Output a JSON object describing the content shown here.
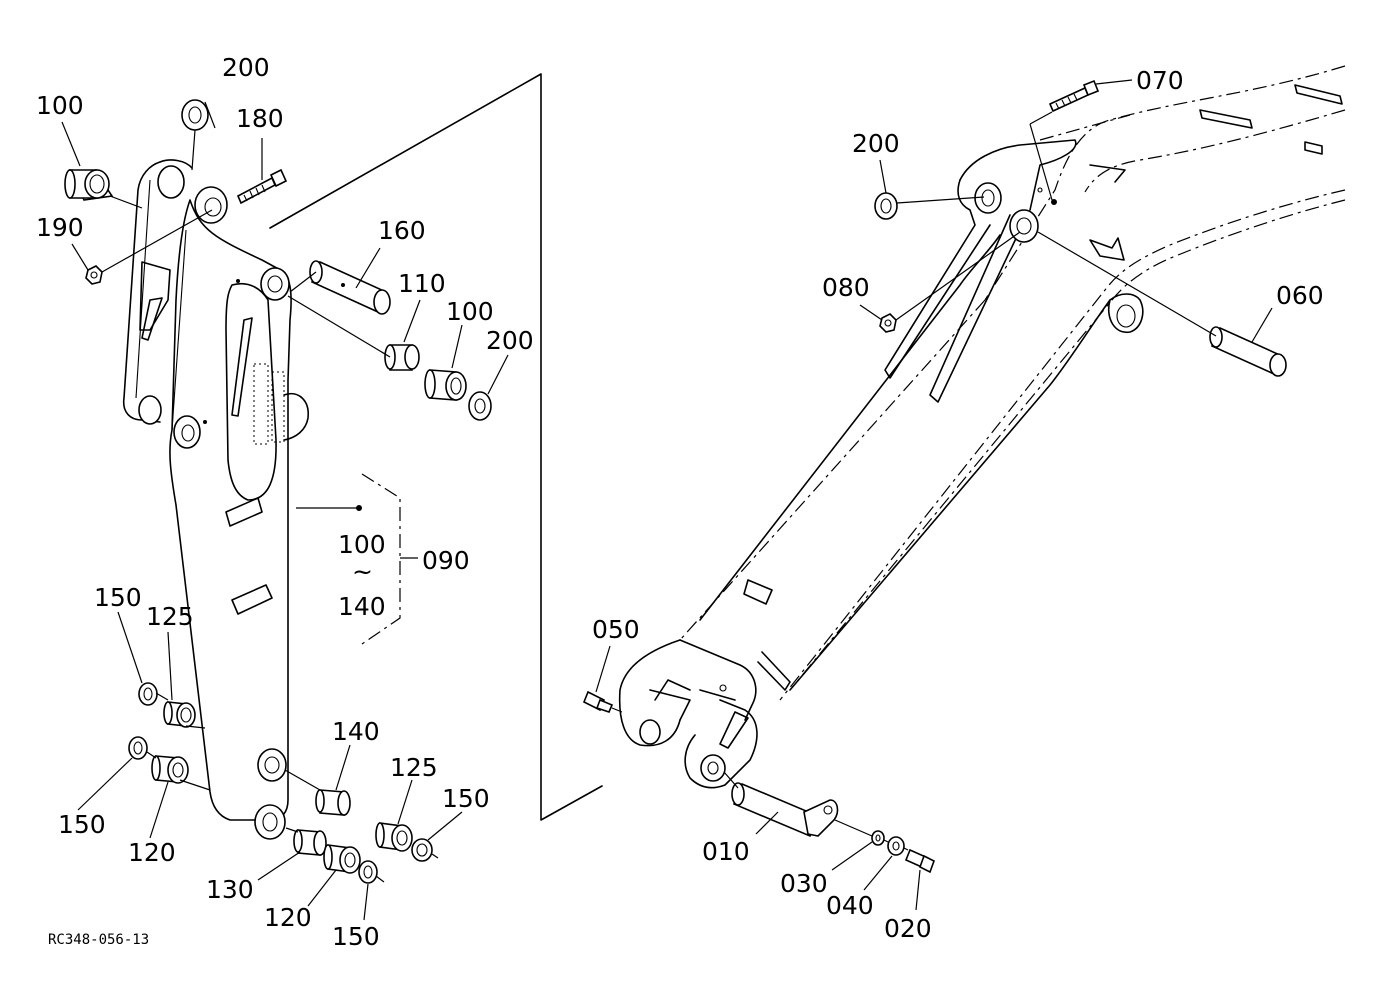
{
  "document_id": "RC348-056-13",
  "callouts": {
    "c200_top": "200",
    "c100_top": "100",
    "c180": "180",
    "c190": "190",
    "c160": "160",
    "c110": "110",
    "c100_mid": "100",
    "c200_mid": "200",
    "c090_from": "100",
    "c090_tilde": "~",
    "c090_to": "140",
    "c090": "090",
    "c150_a": "150",
    "c125_a": "125",
    "c150_b": "150",
    "c120_a": "120",
    "c140": "140",
    "c125_b": "125",
    "c150_c": "150",
    "c130": "130",
    "c120_b": "120",
    "c150_d": "150",
    "c070": "070",
    "c200_right": "200",
    "c080": "080",
    "c060": "060",
    "c050": "050",
    "c010": "010",
    "c030": "030",
    "c040": "040",
    "c020": "020"
  }
}
